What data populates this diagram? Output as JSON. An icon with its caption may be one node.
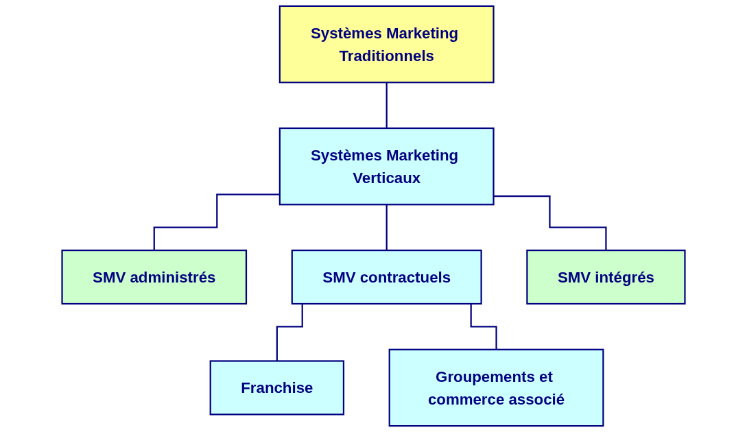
{
  "diagram": {
    "nodes": [
      {
        "text": [
          "Systèmes Marketing Traditionnels"
        ]
      },
      {
        "text": [
          "Systèmes Marketing Verticaux"
        ]
      },
      {
        "text": [
          "SMV administrés"
        ]
      },
      {
        "text": [
          "SMV contractuels"
        ]
      },
      {
        "text": [
          "SMV intégrés"
        ]
      },
      {
        "text": [
          "Franchise"
        ]
      },
      {
        "text": [
          "Groupements et commerce associé"
        ]
      }
    ],
    "edges": [
      {
        "from": 0,
        "to": 1,
        "arrow": "none"
      },
      {
        "from": 1,
        "to": 2,
        "arrow": "none"
      },
      {
        "from": 1,
        "to": 3,
        "arrow": "none"
      },
      {
        "from": 1,
        "to": 4,
        "arrow": "none"
      },
      {
        "from": 3,
        "to": 5,
        "arrow": "none"
      },
      {
        "from": 3,
        "to": 6,
        "arrow": "none"
      }
    ]
  }
}
